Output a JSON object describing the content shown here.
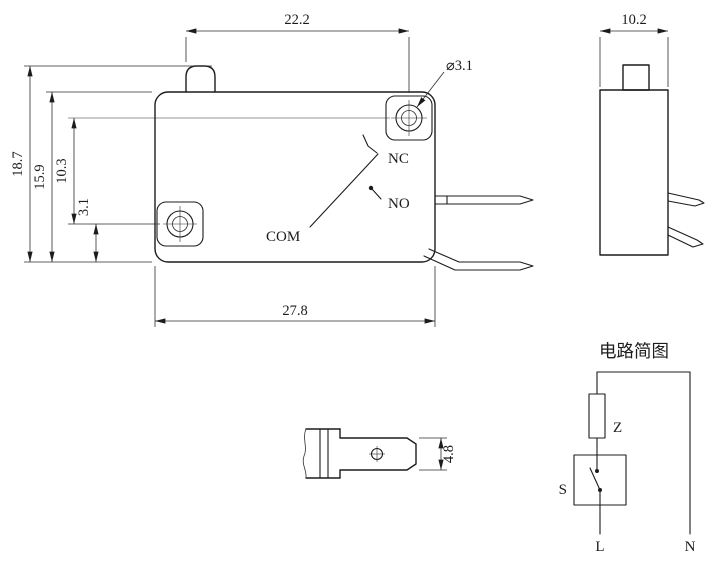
{
  "meta": {
    "background_color": "#ffffff",
    "line_color": "#1c1c1c",
    "drawing_type": "micro-switch technical drawing"
  },
  "front_view": {
    "dim_top_width": "22.2",
    "dim_bottom_width": "27.8",
    "dim_total_height": "18.7",
    "dim_body_height": "15.9",
    "dim_hole_spacing": "10.3",
    "dim_hole_offset": "3.1",
    "hole_diameter": "⌀3.1",
    "terminal_nc": "NC",
    "terminal_no": "NO",
    "terminal_com": "COM"
  },
  "side_view": {
    "dim_width": "10.2"
  },
  "terminal_detail": {
    "dim_height": "4.8"
  },
  "circuit_diagram": {
    "title": "电路简图",
    "impedance_label": "Z",
    "switch_label": "S",
    "live_label": "L",
    "neutral_label": "N"
  }
}
